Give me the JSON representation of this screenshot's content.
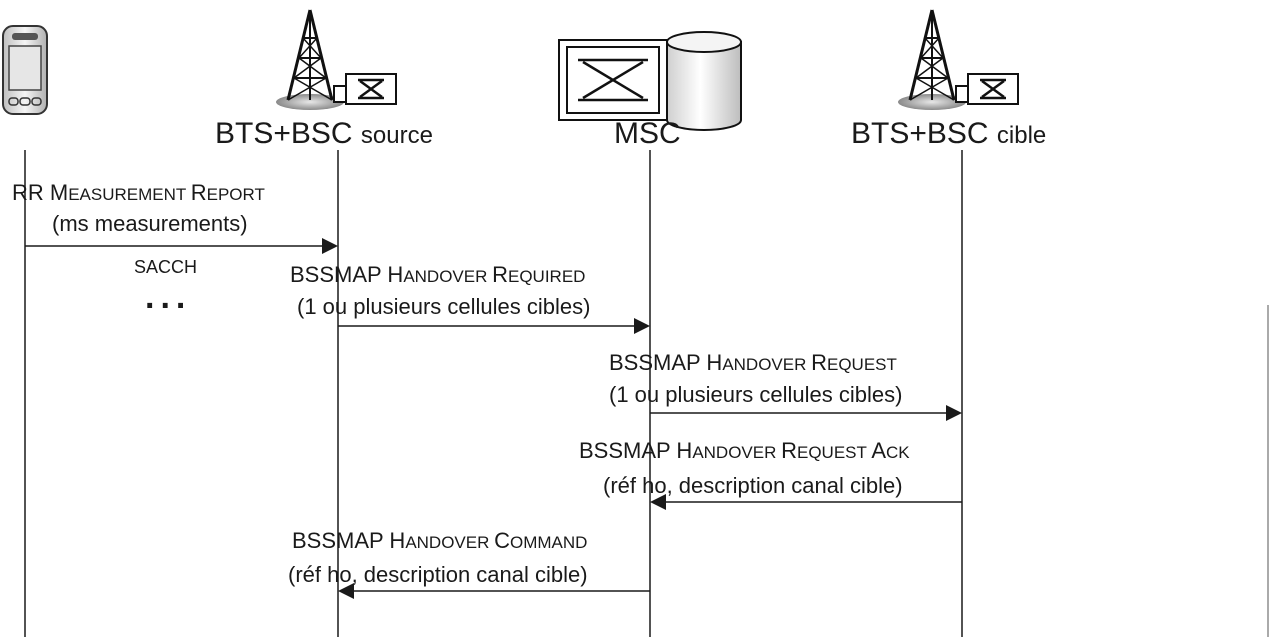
{
  "entities": {
    "bts_source": {
      "name": "BTS+BSC",
      "role": "source"
    },
    "msc": {
      "name": "MSC"
    },
    "bts_target": {
      "name": "BTS+BSC",
      "role": "cible"
    }
  },
  "messages": [
    {
      "id": "rr",
      "p": "RR ",
      "a": "M",
      "b": "EASUREMENT ",
      "c": "R",
      "d": "EPORT",
      "sub": "(ms measurements)",
      "channel": "SACCH"
    },
    {
      "id": "ho_required",
      "p": "BSSMAP ",
      "a": "H",
      "b": "ANDOVER ",
      "c": "R",
      "d": "EQUIRED",
      "sub": "(1 ou plusieurs cellules cibles)"
    },
    {
      "id": "ho_request",
      "p": "BSSMAP ",
      "a": "H",
      "b": "ANDOVER ",
      "c": "R",
      "d": "EQUEST",
      "sub": "(1 ou plusieurs cellules cibles)"
    },
    {
      "id": "ho_request_ack",
      "p": "BSSMAP ",
      "a": "H",
      "b": "ANDOVER ",
      "c": "R",
      "d": "EQUEST ",
      "e": "A",
      "f": "CK",
      "sub": "(réf ho, description canal cible)"
    },
    {
      "id": "ho_command",
      "p": "BSSMAP ",
      "a": "H",
      "b": "ANDOVER ",
      "c": "C",
      "d": "OMMAND",
      "sub": "(réf ho, description canal cible)"
    }
  ],
  "ellipsis": "...",
  "icons": [
    "mobile-phone-icon",
    "bts-bsc-icon",
    "msc-icon"
  ],
  "colors": {
    "line": "#1a1a1a",
    "background": "#ffffff"
  }
}
